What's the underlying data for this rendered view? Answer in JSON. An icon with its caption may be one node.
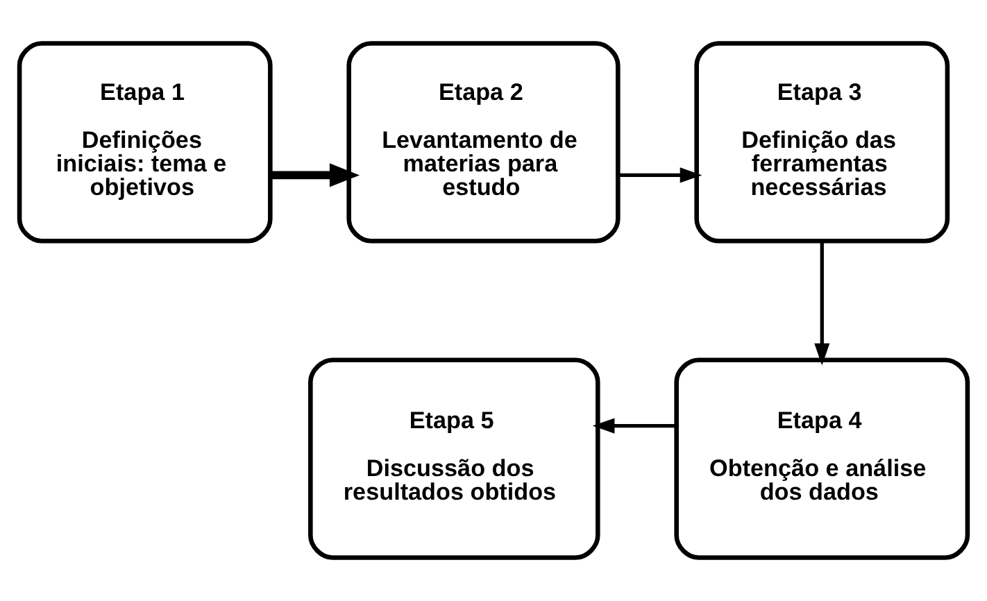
{
  "diagram": {
    "nodes": [
      {
        "text": [
          "Etapa 1",
          "Definições iniciais: tema e objetivos"
        ]
      },
      {
        "text": [
          "Etapa 2",
          "Levantamento de materias para estudo"
        ]
      },
      {
        "text": [
          "Etapa 3",
          "Definição das ferramentas necessárias"
        ]
      },
      {
        "text": [
          "Etapa 4",
          "Obtenção e análise dos dados"
        ]
      },
      {
        "text": [
          "Etapa 5",
          "Discussão dos resultados obtidos"
        ]
      }
    ],
    "edges": [
      {
        "from": 0,
        "to": 1,
        "arrow": "to",
        "style": "thick"
      },
      {
        "from": 1,
        "to": 2,
        "arrow": "to"
      },
      {
        "from": 2,
        "to": 3,
        "arrow": "to"
      },
      {
        "from": 3,
        "to": 4,
        "arrow": "to"
      }
    ]
  }
}
